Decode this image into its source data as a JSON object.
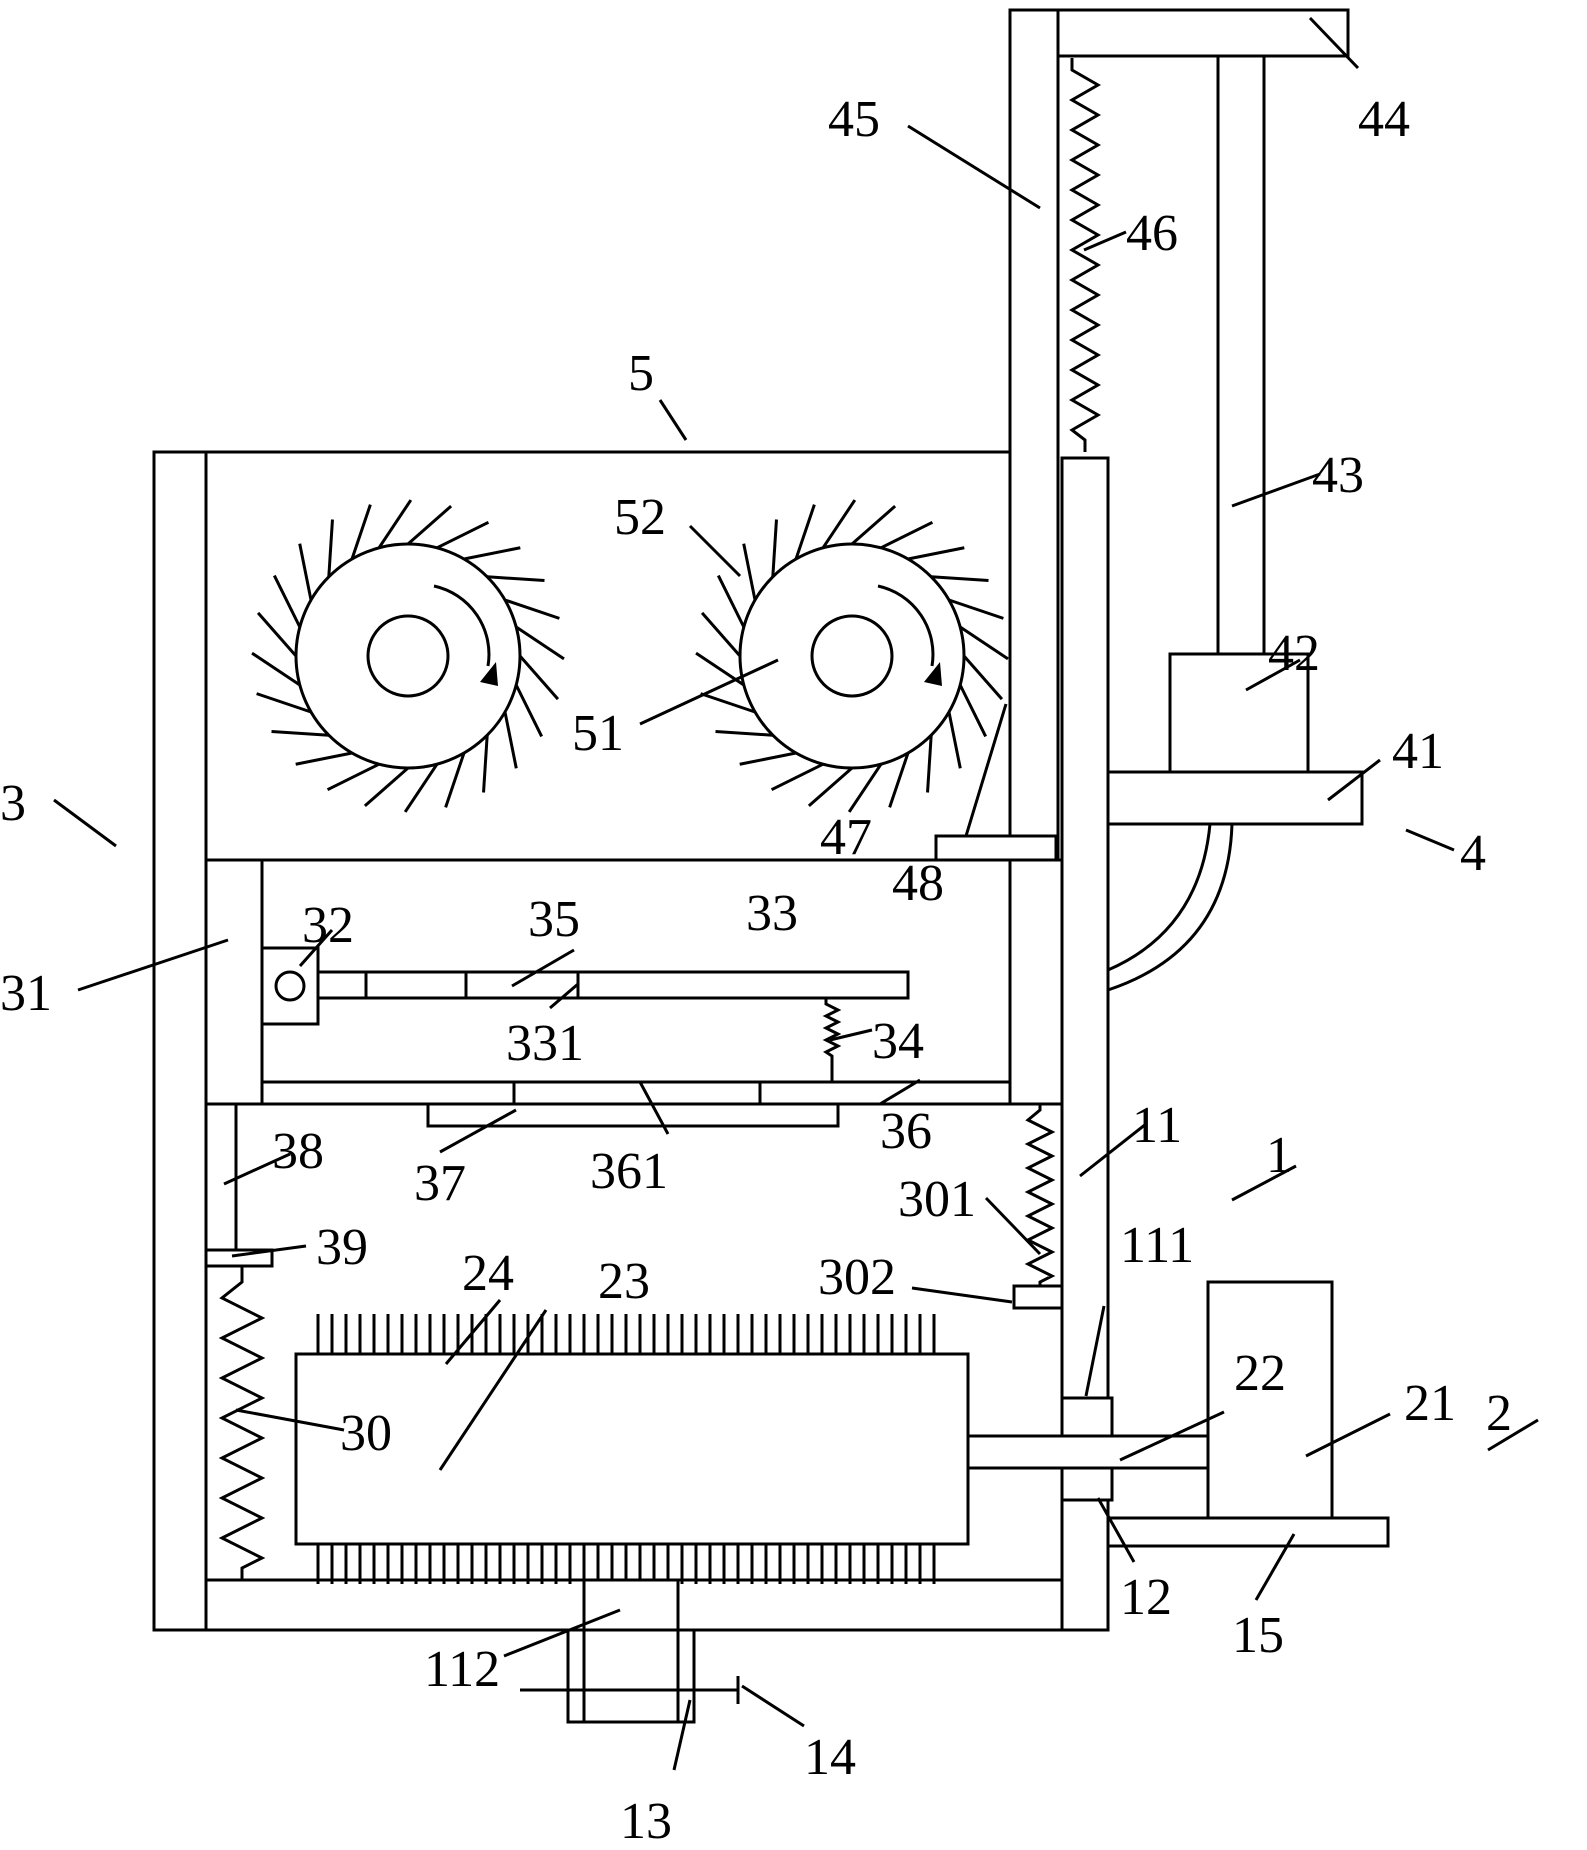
{
  "labels": {
    "l1": "1",
    "l2": "2",
    "l3": "3",
    "l4": "4",
    "l5": "5",
    "l11": "11",
    "l12": "12",
    "l13": "13",
    "l14": "14",
    "l15": "15",
    "l21": "21",
    "l22": "22",
    "l23": "23",
    "l24": "24",
    "l30": "30",
    "l31": "31",
    "l32": "32",
    "l33": "33",
    "l34": "34",
    "l35": "35",
    "l36": "36",
    "l37": "37",
    "l38": "38",
    "l39": "39",
    "l41": "41",
    "l42": "42",
    "l43": "43",
    "l44": "44",
    "l45": "45",
    "l46": "46",
    "l47": "47",
    "l48": "48",
    "l51": "51",
    "l52": "52",
    "l111": "111",
    "l112": "112",
    "l301": "301",
    "l302": "302",
    "l331": "331",
    "l361": "361"
  }
}
